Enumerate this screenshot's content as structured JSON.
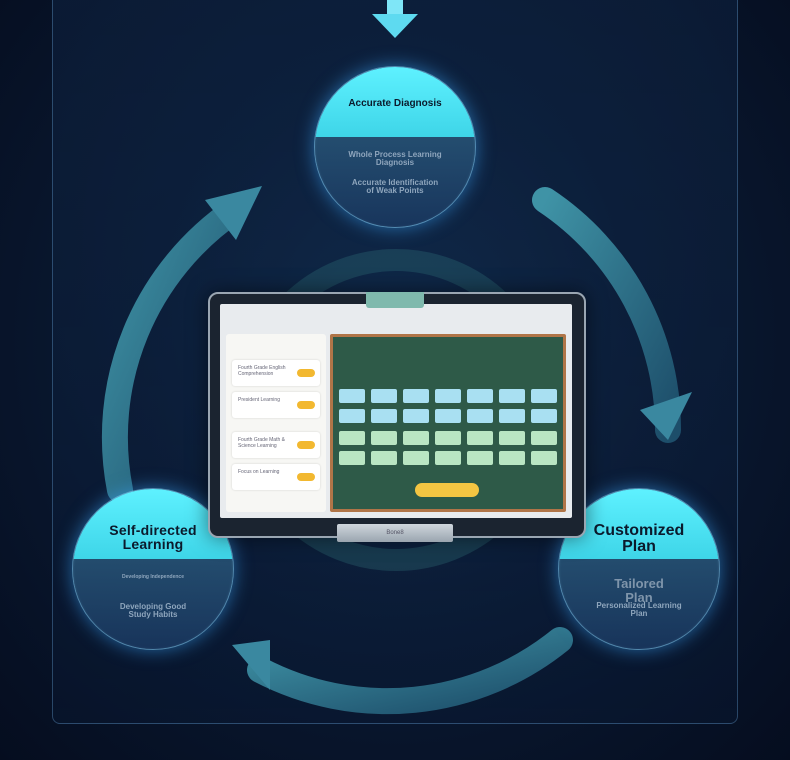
{
  "nodes": {
    "top": {
      "title": "Accurate Diagnosis",
      "sub1": "Whole Process Learning\nDiagnosis",
      "sub2": "Accurate Identification\nof Weak Points"
    },
    "left": {
      "title": "Self-directed\nLearning",
      "sub1": "Developing Independence",
      "sub2": "Developing Good\nStudy Habits"
    },
    "right": {
      "title": "Customized\nPlan",
      "sub1": "Tailored\nPlan",
      "sub2": "Personalized Learning\nPlan"
    }
  },
  "tablet": {
    "stand_label": "Bone8",
    "sidebar_cards": [
      "Fourth Grade English Comprehension",
      "President Learning",
      "Fourth Grade Math & Science Learning",
      "Focus on Learning"
    ]
  },
  "colors": {
    "bubble_top": "#5ef1ff",
    "ring": "#2a6f86",
    "accent_yellow": "#f2b830"
  }
}
